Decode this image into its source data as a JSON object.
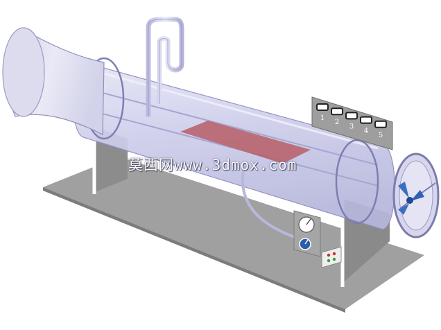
{
  "scene": {
    "gauge_numbers": [
      "1",
      "2",
      "3",
      "4",
      "5"
    ],
    "colors": {
      "tube": "#c9c9ec",
      "tube_edge": "#8a8ab8",
      "bell": "#dcdcf0",
      "base": "#9c9c9c",
      "support": "#8f8f8f",
      "plate": "#b4626c",
      "panel": "#a8a8a8",
      "fan": "#3a6fc0",
      "knob": "#2a5ea8"
    }
  },
  "watermark": {
    "cn": "莫西网",
    "url": "www.3dmox.com"
  }
}
